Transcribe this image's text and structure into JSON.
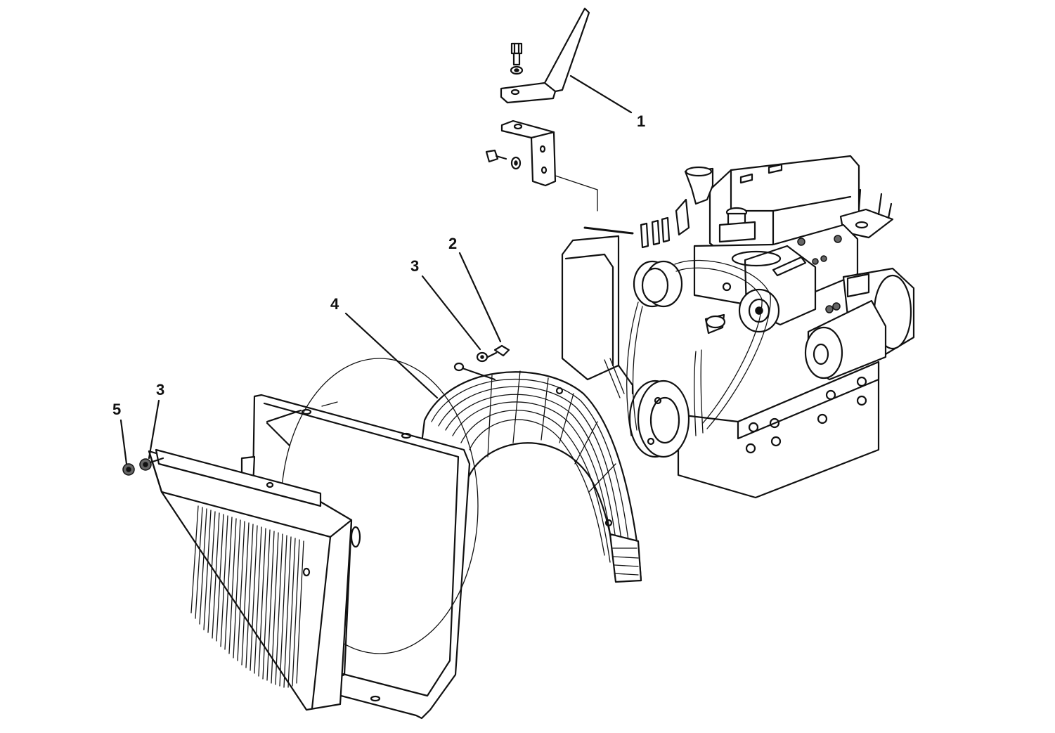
{
  "callouts": [
    {
      "label": "1",
      "part": "engine-bracket-upper"
    },
    {
      "label": "2",
      "part": "screw"
    },
    {
      "label": "3",
      "part": "washer"
    },
    {
      "label": "4",
      "part": "fan-guard"
    },
    {
      "label": "3",
      "part": "washer"
    },
    {
      "label": "5",
      "part": "nut"
    }
  ]
}
